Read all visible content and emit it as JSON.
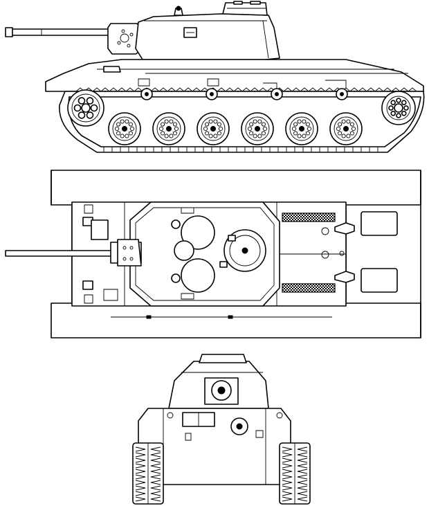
{
  "drawing": {
    "views": [
      "side",
      "top",
      "front"
    ],
    "line_color": "#000000",
    "background_color": "#ffffff",
    "side_view": {
      "road_wheels": 6,
      "return_rollers": 4
    },
    "top_view": {
      "engine_grilles": 2,
      "hatches_on_deck": 2
    }
  }
}
